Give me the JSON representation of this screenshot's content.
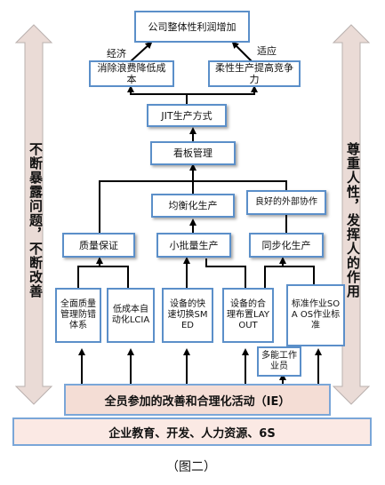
{
  "caption": "（图二）",
  "nodes": {
    "profit": "公司整体性利润增加",
    "eliminate_waste": "消除浪费降低成本",
    "flexible_production": "柔性生产提高竞争力",
    "jit": "JIT生产方式",
    "kanban": "看板管理",
    "leveling": "均衡化生产",
    "external_coop": "良好的外部协作",
    "quality": "质量保证",
    "small_batch": "小批量生产",
    "sync": "同步化生产",
    "error_proof": "全面质量管理防错体系",
    "lcia": "低成本自动化LCIA",
    "smed": "设备的快速切换SMED",
    "layout": "设备的合理布置LAYOUT",
    "sop": "标准作业SOA OS作业标准",
    "multi_skill": "多能工作业员"
  },
  "labels": {
    "economy": "经济",
    "adapt": "适应"
  },
  "side": {
    "left": "不断暴露问题，不断改善",
    "right": "尊重人性，发挥人的作用"
  },
  "bands": {
    "activity": "全员参加的改善和合理化活动（IE）",
    "foundation": "企业教育、开发、人力资源、6S"
  }
}
